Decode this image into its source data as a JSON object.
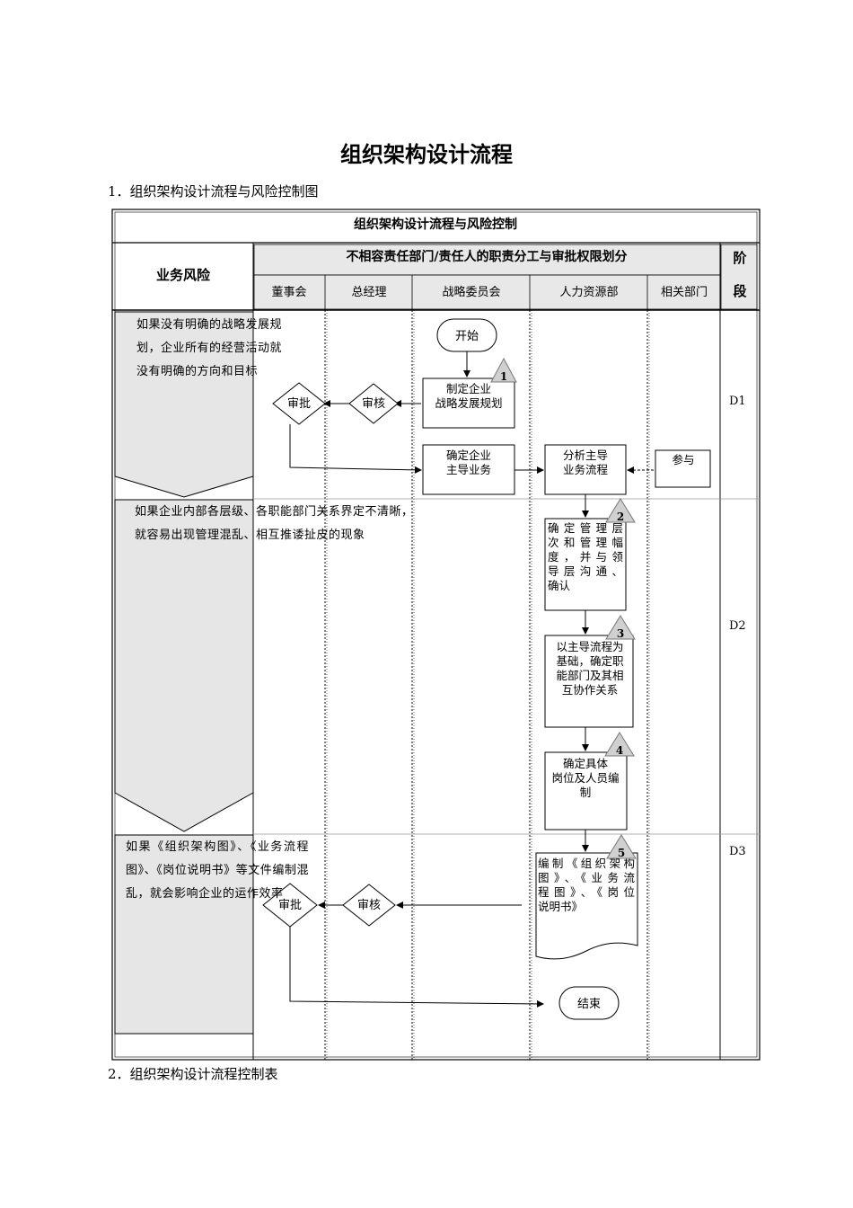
{
  "title": "组织架构设计流程",
  "section1": "1．组织架构设计流程与风险控制图",
  "section2": "2．组织架构设计流程控制表",
  "table": {
    "title": "组织架构设计流程与风险控制",
    "risk_header": "业务风险",
    "duty_header": "不相容责任部门/责任人的职责分工与审批权限划分",
    "stage_header_1": "阶",
    "stage_header_2": "段",
    "columns": [
      "董事会",
      "总经理",
      "战略委员会",
      "人力资源部",
      "相关部门"
    ]
  },
  "risks": [
    "如果没有明确的战略发展规划，企业所有的经营活动就没有明确的方向和目标",
    "如果企业内部各层级、各职能部门关系界定不清晰，就容易出现管理混乱、相互推诿扯皮的现象",
    "如果《组织架构图》、《业务流程图》、《岗位说明书》等文件编制混乱，就会影响企业的运作效率"
  ],
  "stages": [
    "D1",
    "D2",
    "D3"
  ],
  "nodes": {
    "start": "开始",
    "end": "结束",
    "approve": "审批",
    "review": "审核",
    "participate": "参与",
    "step1": [
      "制定企业",
      "战略发展规划"
    ],
    "main_business": [
      "确定企业",
      "主导业务"
    ],
    "analyze_flow": [
      "分析主导",
      "业务流程"
    ],
    "step2": [
      "确定管理层",
      "次和管理幅",
      "度，并与领",
      "导层沟通、",
      "确认"
    ],
    "step3": [
      "以主导流程为",
      "基础，确定职",
      "能部门及其相",
      "互协作关系"
    ],
    "step4": [
      "确定具体",
      "岗位及人员编",
      "制"
    ],
    "step5": [
      "编制《组织架构",
      "图》、《业务流",
      "程图》、《岗位",
      "说明书》"
    ]
  },
  "step_numbers": [
    "1",
    "2",
    "3",
    "4",
    "5"
  ]
}
